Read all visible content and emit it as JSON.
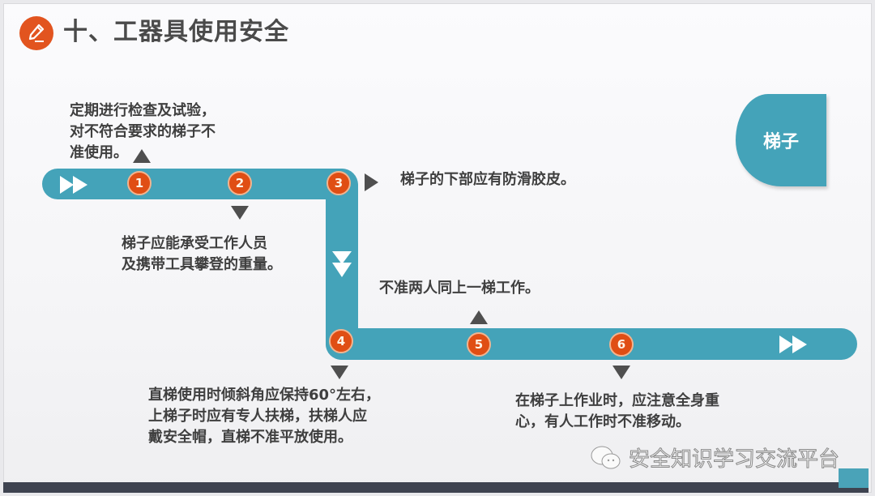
{
  "header": {
    "title": "十、工器具使用安全",
    "icon": "pencil-icon"
  },
  "badge": {
    "label": "梯子"
  },
  "steps": [
    {
      "number": "1",
      "pointer": "up",
      "text_lines": [
        "定期进行检查及试验，",
        "对不符合要求的梯子不",
        "准使用。"
      ]
    },
    {
      "number": "2",
      "pointer": "down",
      "text_lines": [
        "梯子应能承受工作人员",
        "及携带工具攀登的重量。"
      ]
    },
    {
      "number": "3",
      "pointer": "right",
      "text_lines": [
        "梯子的下部应有防滑胶皮。"
      ]
    },
    {
      "number": "4",
      "pointer": "down",
      "text_lines": [
        "直梯使用时倾斜角应保持60°左右，",
        "上梯子时应有专人扶梯，扶梯人应",
        "戴安全帽，直梯不准平放使用。"
      ]
    },
    {
      "number": "5",
      "pointer": "up",
      "text_lines": [
        "不准两人同上一梯工作。"
      ]
    },
    {
      "number": "6",
      "pointer": "down",
      "text_lines": [
        "在梯子上作业时，应注意全身重",
        "心，有人工作时不准移动。"
      ]
    }
  ],
  "flow_icons": [
    "fast-forward-icon",
    "double-chevron-down-icon",
    "fast-forward-icon"
  ],
  "watermark": {
    "text": "安全知识学习交流平台",
    "icon": "wechat-icon"
  },
  "colors": {
    "track": "#44a3b9",
    "node": "#e04e14",
    "pointer": "#4f4f4f",
    "title": "#4a4a4a",
    "footer": "#3e4350"
  }
}
